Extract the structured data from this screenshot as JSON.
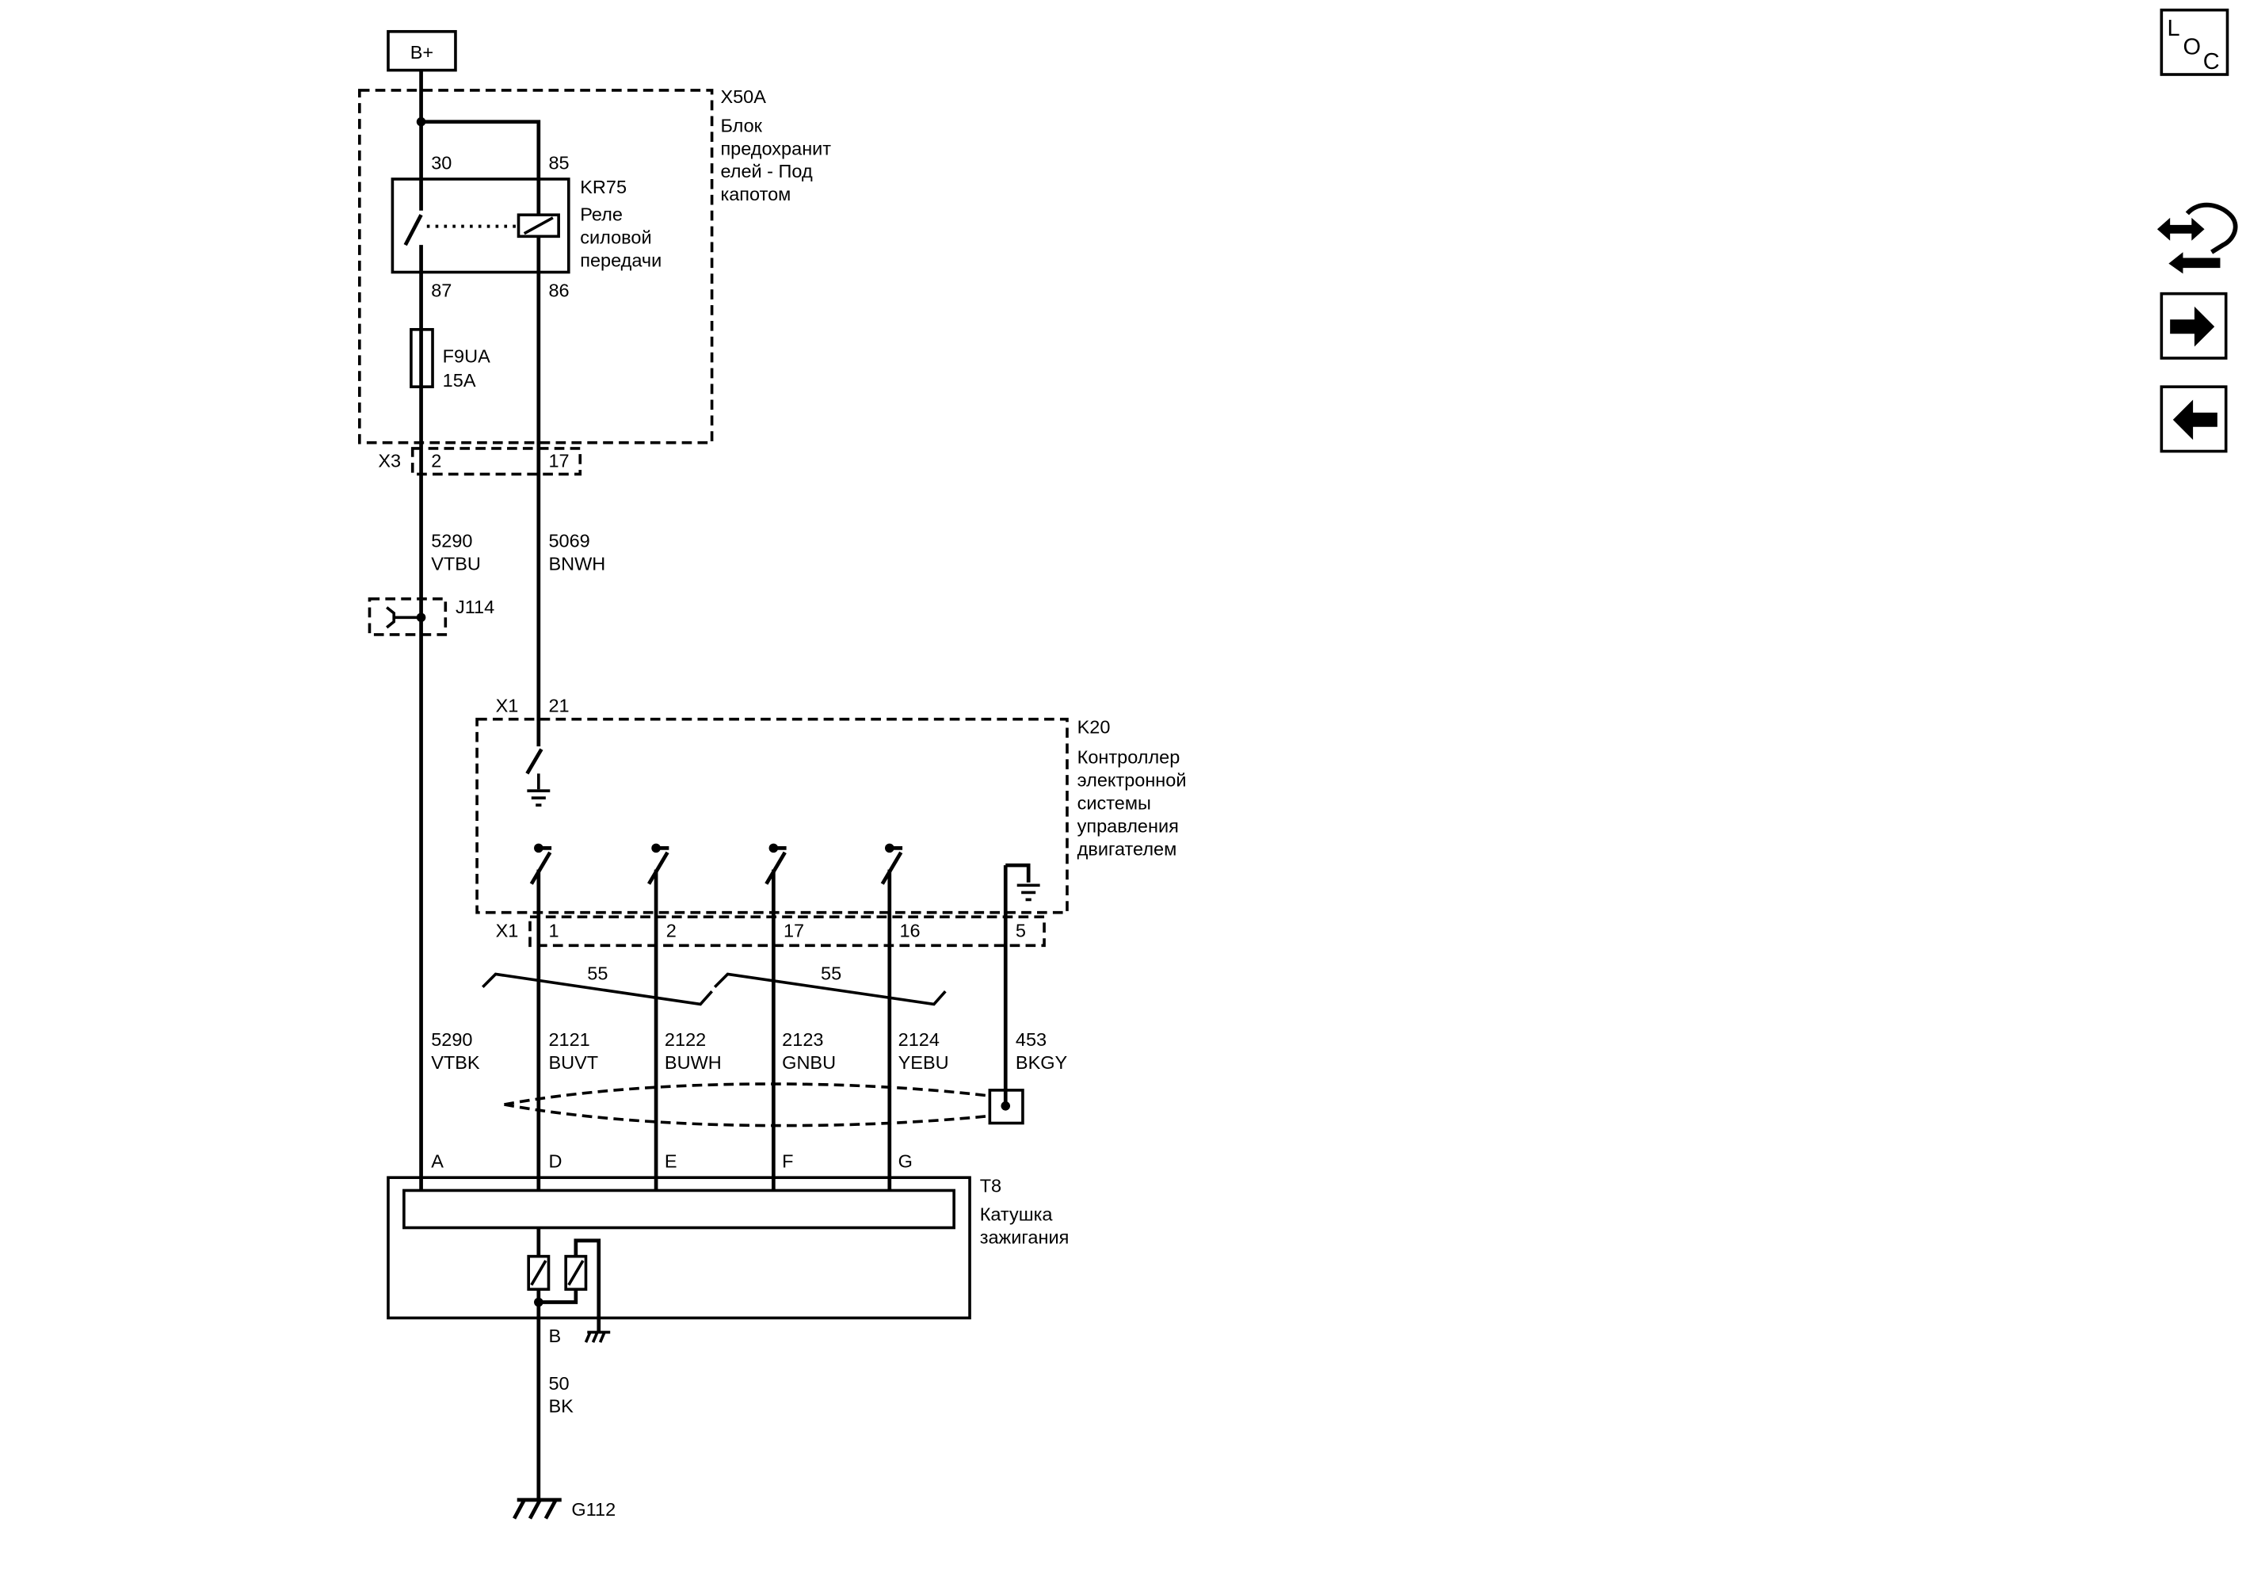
{
  "colors": {
    "line": "#000000",
    "background": "#ffffff"
  },
  "power_source": {
    "label": "B+"
  },
  "fuse_block": {
    "id": "X50A",
    "name_lines": [
      "Блок",
      "предохранит",
      "елей - Под",
      "капотом"
    ]
  },
  "relay": {
    "id": "KR75",
    "name_lines": [
      "Реле",
      "силовой",
      "передачи"
    ],
    "pin_30": "30",
    "pin_85": "85",
    "pin_87": "87",
    "pin_86": "86"
  },
  "fuse": {
    "id": "F9UA",
    "rating": "15A"
  },
  "connector_x3": {
    "id": "X3",
    "pins": [
      "2",
      "17"
    ]
  },
  "wires_upper": [
    {
      "circuit": "5290",
      "color_code": "VTBU"
    },
    {
      "circuit": "5069",
      "color_code": "BNWH"
    }
  ],
  "splice": {
    "id": "J114"
  },
  "ecm": {
    "id": "K20",
    "name_lines": [
      "Контроллер",
      "электронной",
      "системы",
      "управления",
      "двигателем"
    ],
    "top_connector": {
      "id": "X1",
      "pin": "21"
    },
    "bottom_connector": {
      "id": "X1",
      "pins": [
        "1",
        "2",
        "17",
        "16",
        "5"
      ]
    }
  },
  "twisted_pairs": [
    {
      "label": "55"
    },
    {
      "label": "55"
    }
  ],
  "wires_lower": [
    {
      "circuit": "5290",
      "color_code": "VTBK"
    },
    {
      "circuit": "2121",
      "color_code": "BUVT"
    },
    {
      "circuit": "2122",
      "color_code": "BUWH"
    },
    {
      "circuit": "2123",
      "color_code": "GNBU"
    },
    {
      "circuit": "2124",
      "color_code": "YEBU"
    },
    {
      "circuit": "453",
      "color_code": "BKGY"
    }
  ],
  "ignition_coil": {
    "id": "T8",
    "name_lines": [
      "Катушка",
      "зажигания"
    ],
    "pins": [
      "A",
      "D",
      "E",
      "F",
      "G"
    ],
    "ground_pin": "B"
  },
  "ground_wire": {
    "circuit": "50",
    "color_code": "BK"
  },
  "ground": {
    "id": "G112"
  },
  "nav": {
    "loc_letters": [
      "L",
      "O",
      "C"
    ],
    "icons": [
      "loc-icon",
      "cross-reference-icon",
      "arrow-right-icon",
      "arrow-left-icon"
    ]
  }
}
